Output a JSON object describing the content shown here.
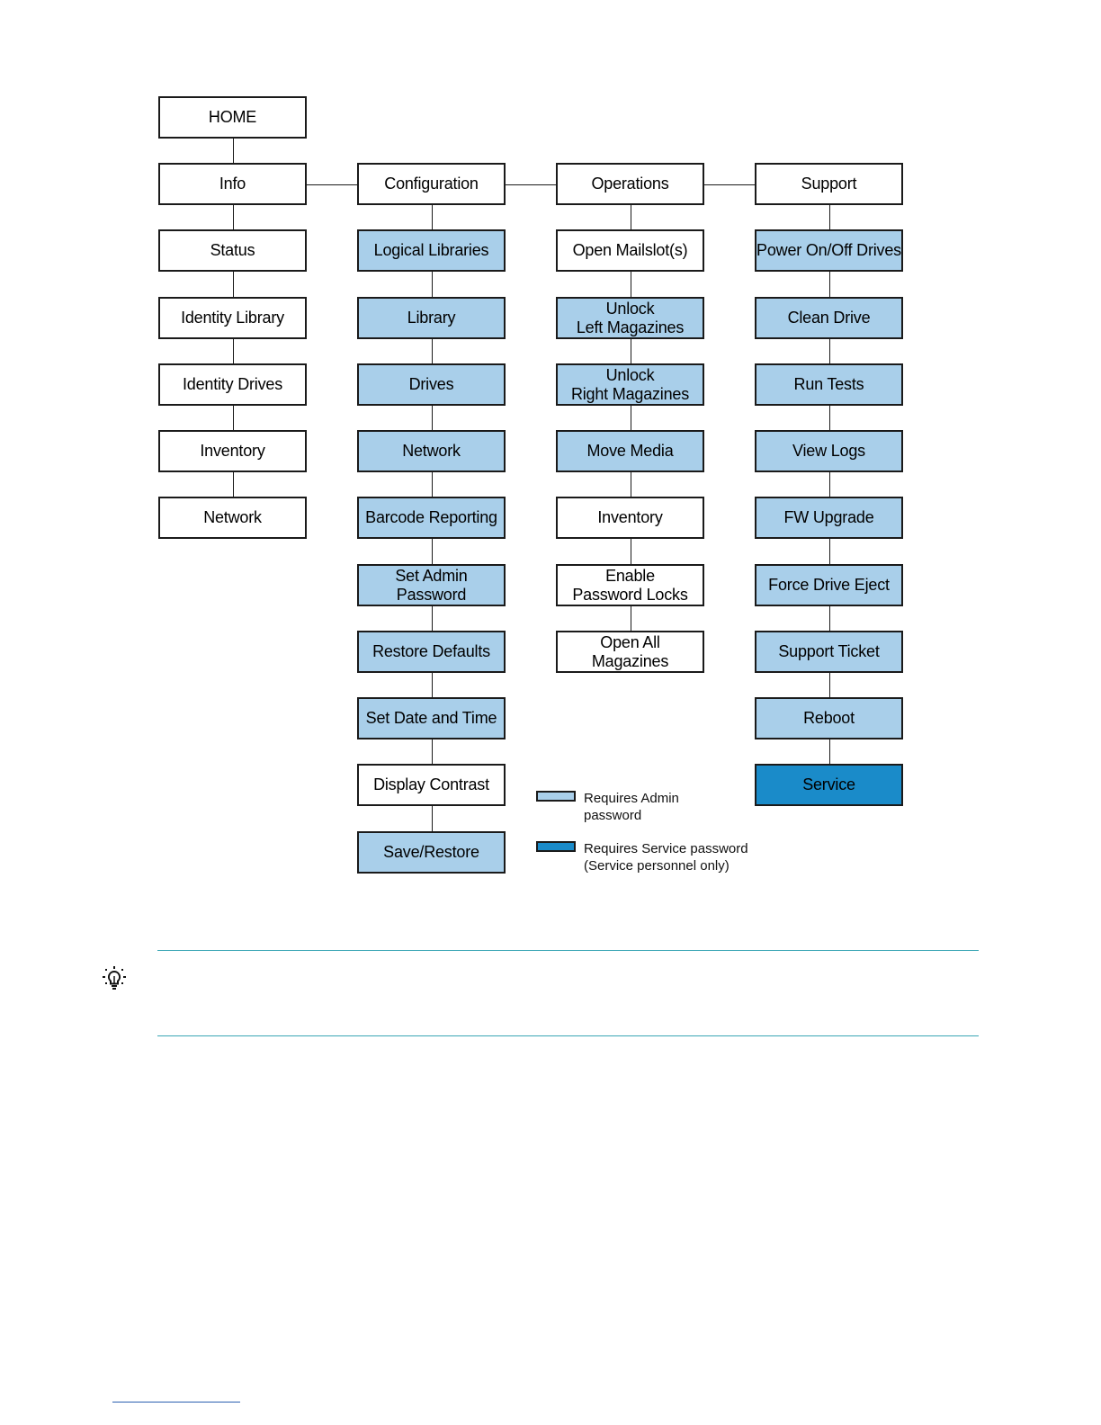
{
  "menu": {
    "home": {
      "label": "HOME",
      "style": "none"
    },
    "columns": [
      {
        "id": "info",
        "header": {
          "label": "Info",
          "style": "none"
        },
        "items": [
          {
            "label": "Status",
            "style": "none"
          },
          {
            "label": "Identity Library",
            "style": "none"
          },
          {
            "label": "Identity Drives",
            "style": "none"
          },
          {
            "label": "Inventory",
            "style": "none"
          },
          {
            "label": "Network",
            "style": "none"
          }
        ]
      },
      {
        "id": "configuration",
        "header": {
          "label": "Configuration",
          "style": "none"
        },
        "items": [
          {
            "label": "Logical Libraries",
            "style": "admin"
          },
          {
            "label": "Library",
            "style": "admin"
          },
          {
            "label": "Drives",
            "style": "admin"
          },
          {
            "label": "Network",
            "style": "admin"
          },
          {
            "label": "Barcode Reporting",
            "style": "admin"
          },
          {
            "label": "Set Admin Password",
            "style": "admin"
          },
          {
            "label": "Restore Defaults",
            "style": "admin"
          },
          {
            "label": "Set Date and Time",
            "style": "admin"
          },
          {
            "label": "Display Contrast",
            "style": "none"
          },
          {
            "label": "Save/Restore",
            "style": "admin"
          }
        ]
      },
      {
        "id": "operations",
        "header": {
          "label": "Operations",
          "style": "none"
        },
        "items": [
          {
            "label": "Open Mailslot(s)",
            "style": "none"
          },
          {
            "label": "Unlock\nLeft Magazines",
            "style": "admin"
          },
          {
            "label": "Unlock\nRight Magazines",
            "style": "admin"
          },
          {
            "label": "Move Media",
            "style": "admin"
          },
          {
            "label": "Inventory",
            "style": "none"
          },
          {
            "label": "Enable\nPassword Locks",
            "style": "none"
          },
          {
            "label": "Open All\nMagazines",
            "style": "none"
          }
        ]
      },
      {
        "id": "support",
        "header": {
          "label": "Support",
          "style": "none"
        },
        "items": [
          {
            "label": "Power On/Off Drives",
            "style": "admin"
          },
          {
            "label": "Clean Drive",
            "style": "admin"
          },
          {
            "label": "Run Tests",
            "style": "admin"
          },
          {
            "label": "View Logs",
            "style": "admin"
          },
          {
            "label": "FW Upgrade",
            "style": "admin"
          },
          {
            "label": "Force Drive Eject",
            "style": "admin"
          },
          {
            "label": "Support Ticket",
            "style": "admin"
          },
          {
            "label": "Reboot",
            "style": "admin"
          },
          {
            "label": "Service",
            "style": "service"
          }
        ]
      }
    ]
  },
  "legend": {
    "admin": {
      "label": "Requires Admin\npassword",
      "color": "#a9cfea"
    },
    "service": {
      "label": "Requires Service password\n(Service personnel only)",
      "color": "#1a8bc9"
    }
  },
  "colors": {
    "border": "#1a1a1a",
    "rule": "#3aa6b5",
    "admin": "#a9cfea",
    "service": "#1a8bc9"
  },
  "tip_icon": "lightbulb-icon"
}
